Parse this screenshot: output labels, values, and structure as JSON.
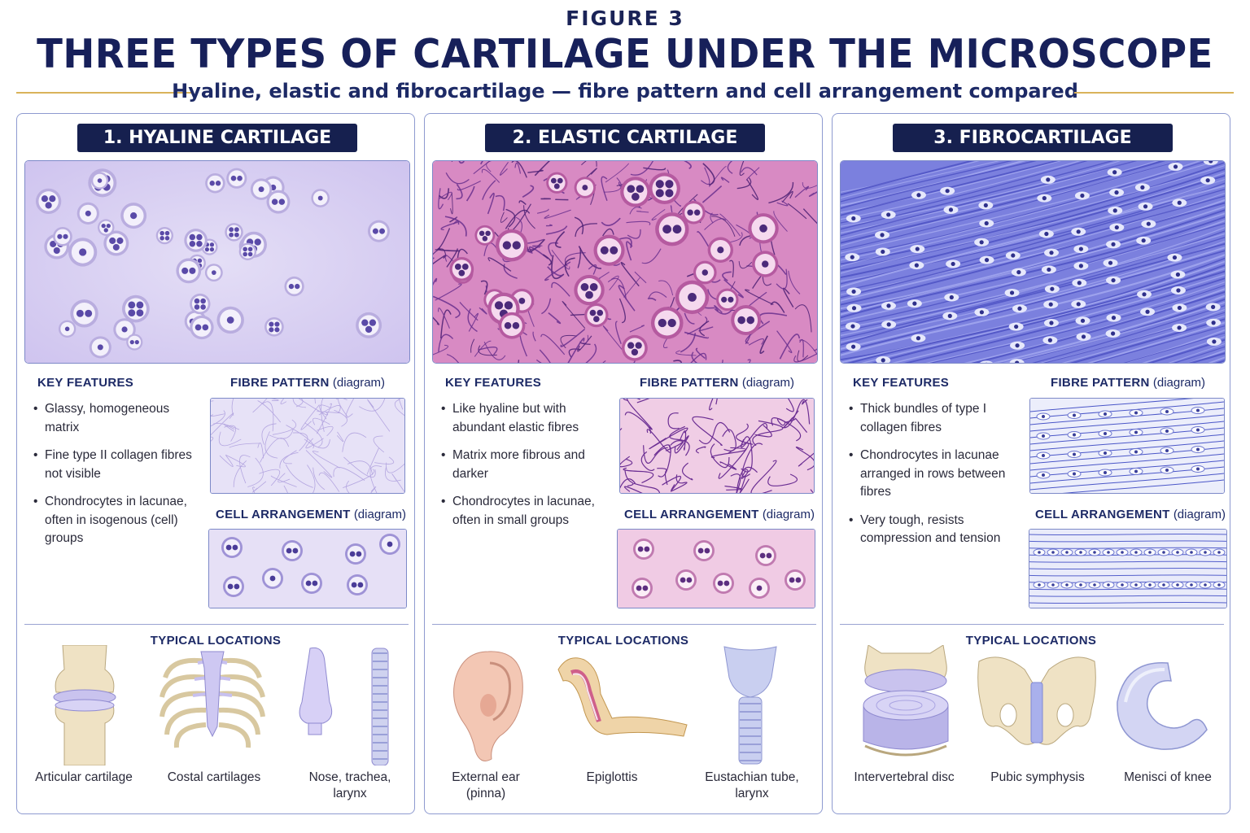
{
  "header": {
    "figure_label": "FIGURE 3",
    "title": "THREE TYPES OF CARTILAGE UNDER THE MICROSCOPE",
    "subtitle": "Hyaline, elastic and fibrocartilage — fibre pattern and cell arrangement compared"
  },
  "labels": {
    "key_features": "KEY FEATURES",
    "fibre_pattern": "FIBRE PATTERN",
    "cell_arrangement": "CELL ARRANGEMENT",
    "diagram_note": "(diagram)",
    "typical_locations": "TYPICAL LOCATIONS"
  },
  "panels": [
    {
      "title": "1. HYALINE CARTILAGE",
      "features": [
        "Glassy, homogeneous matrix",
        "Fine type II collagen fibres not visible",
        "Chondrocytes in lacunae, often in isogenous (cell) groups"
      ],
      "locations": [
        {
          "label": "Articular cartilage",
          "icon": "knee-joint-icon"
        },
        {
          "label": "Costal cartilages",
          "icon": "rib-cage-icon"
        },
        {
          "label": "Nose, trachea,\nlarynx",
          "icon": "nose-trachea-icon"
        }
      ]
    },
    {
      "title": "2. ELASTIC CARTILAGE",
      "features": [
        "Like hyaline but with abundant elastic fibres",
        "Matrix more fibrous and darker",
        "Chondrocytes in lacunae, often in small groups"
      ],
      "locations": [
        {
          "label": "External ear\n(pinna)",
          "icon": "ear-icon"
        },
        {
          "label": "Epiglottis",
          "icon": "epiglottis-icon"
        },
        {
          "label": "Eustachian tube,\nlarynx",
          "icon": "larynx-icon"
        }
      ]
    },
    {
      "title": "3. FIBROCARTILAGE",
      "features": [
        "Thick bundles of type I collagen fibres",
        "Chondrocytes in lacunae arranged in rows between fibres",
        "Very tough, resists compression and tension"
      ],
      "locations": [
        {
          "label": "Intervertebral disc",
          "icon": "vertebral-disc-icon"
        },
        {
          "label": "Pubic symphysis",
          "icon": "pelvis-icon"
        },
        {
          "label": "Menisci of knee",
          "icon": "meniscus-icon"
        }
      ]
    }
  ],
  "colors": {
    "navy": "#16204f",
    "hyaline_matrix": "#ddd6f3",
    "elastic_matrix": "#d98fc4",
    "fibro_matrix": "#6d73d8",
    "accent_rule": "#d9b35a"
  }
}
